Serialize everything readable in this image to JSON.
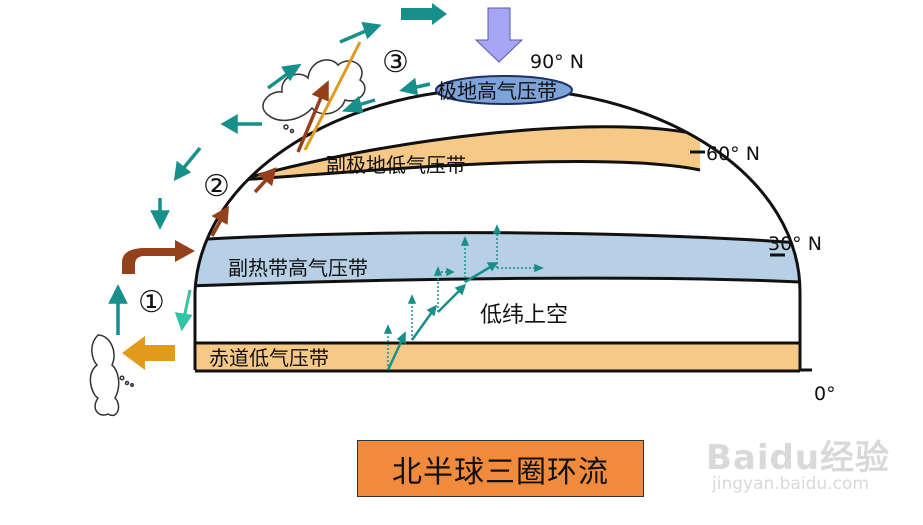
{
  "bands": {
    "polar_high": "极地高气压带",
    "subpolar_low": "副极地低气压带",
    "subtropical_high": "副热带高气压带",
    "equatorial_low": "赤道低气压带"
  },
  "latitudes": {
    "lat90": "90° N",
    "lat60": "60° N",
    "lat30": "30° N",
    "lat0": "0°"
  },
  "cells": {
    "c1": "①",
    "c2": "②",
    "c3": "③"
  },
  "upper_air": "低纬上空",
  "title": "北半球三圈环流",
  "watermark": {
    "brand": "Baidu经验",
    "url": "jingyan.baidu.com"
  },
  "colors": {
    "low_band": "#f7c987",
    "high_band": "#b7d0e6",
    "polar_cap": "#7ea3d6",
    "teal_arrow": "#178f8a",
    "brown_arrow": "#93401b",
    "orange_arrow": "#e09a1c",
    "title_bg": "#f08a3c",
    "down_arrow": "#a7a6f5"
  }
}
